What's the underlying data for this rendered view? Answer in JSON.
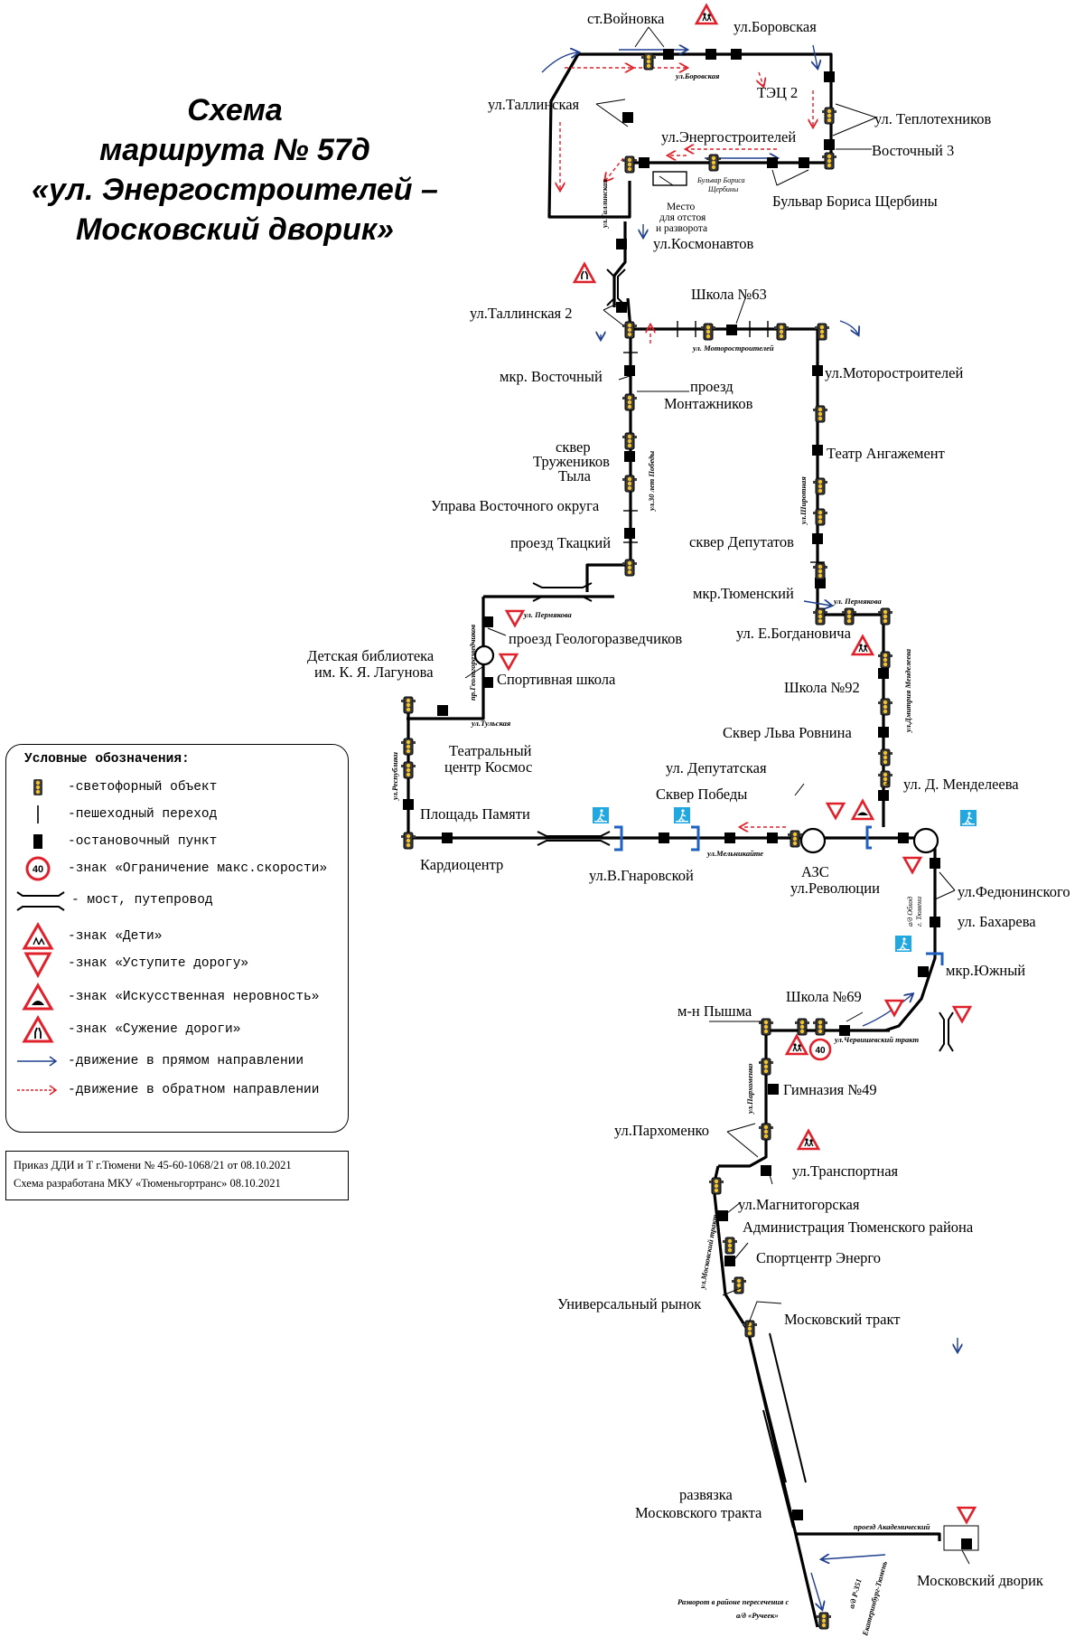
{
  "title": {
    "line1": "Схема",
    "line2": "маршрута № 57д",
    "line3": "«ул. Энергостроителей –",
    "line4": "Московский дворик»"
  },
  "legend": {
    "title": "Условные обозначения:",
    "items": [
      {
        "icon": "traffic-light-icon",
        "label": "-светофорный объект"
      },
      {
        "icon": "pedestrian-crossing-icon",
        "label": "-пешеходный переход"
      },
      {
        "icon": "bus-stop-icon",
        "label": "-остановочный пункт"
      },
      {
        "icon": "speed-limit-sign-icon",
        "label": "-знак «Ограничение макс.скорости»",
        "sign_text": "40"
      },
      {
        "icon": "bridge-icon",
        "label": "- мост, путепровод"
      },
      {
        "icon": "children-sign-icon",
        "label": "-знак «Дети»"
      },
      {
        "icon": "yield-sign-icon",
        "label": "-знак «Уступите дорогу»"
      },
      {
        "icon": "speed-bump-sign-icon",
        "label": "-знак «Искусственная неровность»"
      },
      {
        "icon": "road-narrows-sign-icon",
        "label": "-знак «Сужение дороги»"
      },
      {
        "icon": "forward-arrow-icon",
        "label": "-движение в прямом направлении",
        "color": "#1f3f8f"
      },
      {
        "icon": "reverse-arrow-icon",
        "label": "-движение в обратном направлении",
        "color": "#e0202a"
      }
    ]
  },
  "order": {
    "line1": "Приказ ДДИ и Т г.Тюмени № 45-60-1068/21 от 08.10.2021",
    "line2": "Схема разработана МКУ «Тюменьгортранс» 08.10.2021"
  },
  "labels": {
    "voinovka": "ст.Войновка",
    "borovskaya": "ул.Боровская",
    "tallinskaya": "ул.Таллинская",
    "tets2": "ТЭЦ 2",
    "teplotekhnikov": "ул. Теплотехников",
    "energostroiteley": "ул.Энергостроителей",
    "vostochny3": "Восточный 3",
    "bulvar": "Бульвар Бориса Щербины",
    "mesto1": "Место",
    "mesto2": "для отстоя",
    "mesto3": "и разворота",
    "kosmonavtov": "ул.Космонавтов",
    "tallinskaya2": "ул.Таллинская 2",
    "shkola63": "Школа №63",
    "vostochny_mkr": "мкр. Восточный",
    "proezd_mont1": "проезд",
    "proezd_mont2": "Монтажников",
    "motorostroiteley": "ул.Моторостроителей",
    "skver_tr1": "сквер",
    "skver_tr2": "Тружеников",
    "skver_tr3": "Тыла",
    "teatr_angazhement": "Театр Ангажемент",
    "uprava": "Управа Восточного округа",
    "proezd_tkatsky": "проезд Ткацкий",
    "skver_deputatov": "сквер Депутатов",
    "mkr_tyumensky": "мкр.Тюменский",
    "bogdanovicha": "ул. Е.Богдановича",
    "proezd_geologo": "проезд Геологоразведчиков",
    "biblioteka1": "Детская библиотека",
    "biblioteka2": "им. К. Я. Лагунова",
    "sportshkola": "Спортивная школа",
    "shkola92": "Школа №92",
    "skver_rovnina": "Сквер Льва Ровнина",
    "teatr_kosmos1": "Театральный",
    "teatr_kosmos2": "центр Космос",
    "deputatskaya": "ул. Депутатская",
    "skver_pobedy": "Сквер Победы",
    "mendeleeva": "ул. Д. Менделеева",
    "ploshchad": "Площадь Памяти",
    "kardiocentr": "Кардиоцентр",
    "gnarovskoy": "ул.В.Гнаровской",
    "azs": "АЗС",
    "revolyutsii": "ул.Революции",
    "fedyuninskogo": "ул.Федюнинского",
    "bakhareva": "ул. Бахарева",
    "mkr_yuzhny": "мкр.Южный",
    "shkola69": "Школа №69",
    "pyshma": "м-н Пышма",
    "gimnaziya49": "Гимназия №49",
    "parkhomenko": "ул.Пархоменко",
    "transportnaya": "ул.Транспортная",
    "magnitogorskaya": "ул.Магнитогорская",
    "administraciya": "Администрация Тюменского района",
    "sportcentr": "Спортцентр Энерго",
    "univ_rynok": "Универсальный рынок",
    "moskovsky_trakt": "Московский тракт",
    "razvyazka1": "развязка",
    "razvyazka2": "Московского тракта",
    "moskovsky_dvorik": "Московский дворик",
    "razvorot1": "Разворот в районе пересечения с",
    "razvorot2": "а/д «Ручеек»"
  },
  "street_labels": {
    "s_borovskaya": "ул.Боровская",
    "s_bulvar1": "Бульвар Бориса",
    "s_bulvar2": "Щербины",
    "s_tallinskaya": "ул.Таллинская",
    "s_motorostr": "ул. Моторостроителей",
    "s_30let": "ул.30 лет Победы",
    "s_shirotnaya": "ул.Широтная",
    "s_permyakova1": "ул. Пермякова",
    "s_permyakova2": "ул. Пермякова",
    "s_geologo": "пр.Геологоразведчиков",
    "s_tulskaya": "ул.Тульская",
    "s_respubliki": "ул.Республики",
    "s_melnikaite": "ул.Мельникайте",
    "s_mendeleeva": "ул.Дмитрия Менделеева",
    "s_obkhod1": "а/д Обход",
    "s_obkhod2": "г. Тюмени",
    "s_chervishevsky": "ул.Червишевский тракт",
    "s_parkhomenko": "ул.Пархоменко",
    "s_moskovsky": "ул.Московский тракт",
    "s_akademichesky": "проезд Академический",
    "s_r351a": "а/д Р-351",
    "s_r351b": "Екатеринбург-Тюмень"
  },
  "sign_values": {
    "speed_limit": "40"
  },
  "colors": {
    "route": "#000000",
    "forward": "#1f3f8f",
    "reverse": "#e0202a",
    "crossing_sign": "#21a8e0",
    "underpass": "#2060c0"
  }
}
